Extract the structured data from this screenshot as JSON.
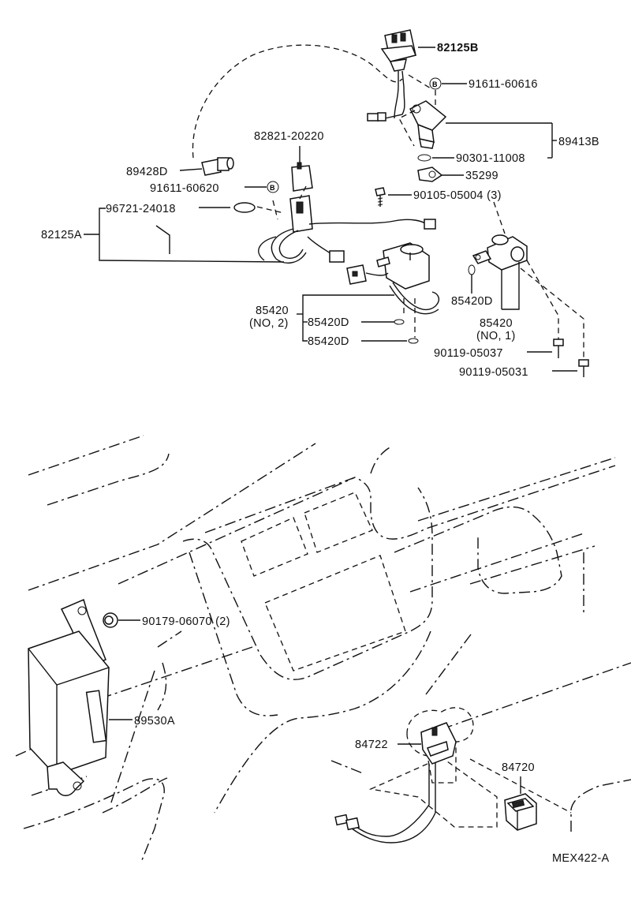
{
  "labels": {
    "p82125B": "82125B",
    "p91611_60616": "91611-60616",
    "p89413B": "89413B",
    "p90301_11008": "90301-11008",
    "p35299": "35299",
    "p82821_20220": "82821-20220",
    "p89428D": "89428D",
    "p91611_60620": "91611-60620",
    "p96721_24018": "96721-24018",
    "p82125A": "82125A",
    "p90105_05004": "90105-05004 (3)",
    "p85420_no2": "85420",
    "p85420_no2_sub": "(NO, 2)",
    "p85420D_a": "85420D",
    "p85420D_b": "85420D",
    "p85420D_c": "85420D",
    "p85420_no1": "85420",
    "p85420_no1_sub": "(NO, 1)",
    "p90119_05037": "90119-05037",
    "p90119_05031": "90119-05031",
    "p90179_06070": "90179-06070 (2)",
    "p89530A": "89530A",
    "p84722": "84722",
    "p84720": "84720",
    "drawing_code": "MEX422-A"
  },
  "markers": {
    "b_marker_1": "B",
    "b_marker_2": "B"
  }
}
